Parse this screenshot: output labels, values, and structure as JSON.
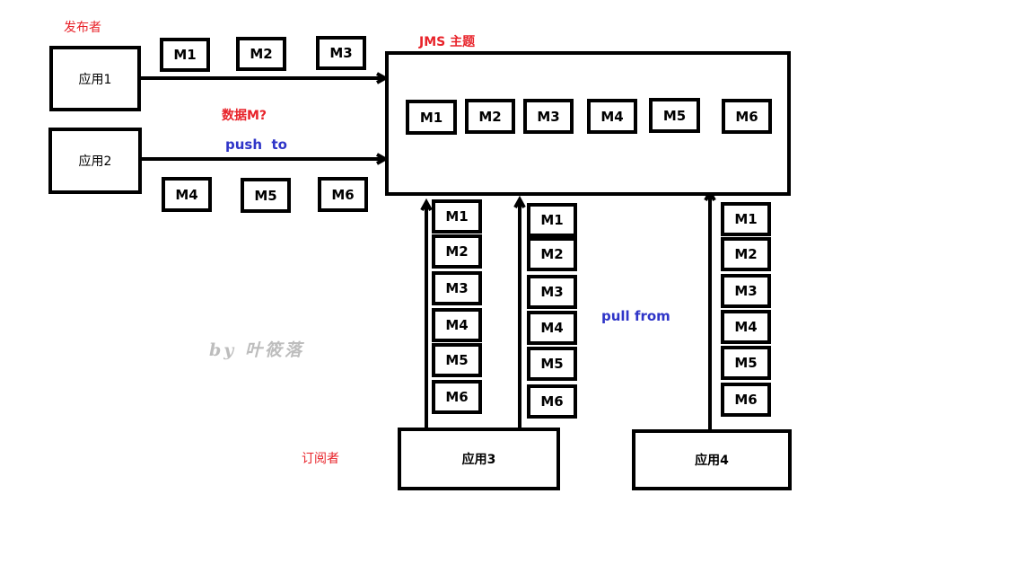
{
  "labels": {
    "publisher": "发布者",
    "subscriber": "订阅者",
    "topic": "JMS 主题",
    "data_question": "数据M?",
    "push_to": "push  to",
    "pull_from": "pull from",
    "watermark": "by 叶筱落"
  },
  "apps": {
    "app1": "应用1",
    "app2": "应用2",
    "app3": "应用3",
    "app4": "应用4"
  },
  "messages": {
    "pub1": [
      "M1",
      "M2",
      "M3"
    ],
    "pub2": [
      "M4",
      "M5",
      "M6"
    ],
    "topic": [
      "M1",
      "M2",
      "M3",
      "M4",
      "M5",
      "M6"
    ],
    "col_a": [
      "M1",
      "M2",
      "M3",
      "M4",
      "M5",
      "M6"
    ],
    "col_b": [
      "M1",
      "M2",
      "M3",
      "M4",
      "M5",
      "M6"
    ],
    "col_c": [
      "M1",
      "M2",
      "M3",
      "M4",
      "M5",
      "M6"
    ]
  },
  "colors": {
    "red": "#e8232a",
    "blue": "#2f35c8",
    "black": "#000000"
  }
}
